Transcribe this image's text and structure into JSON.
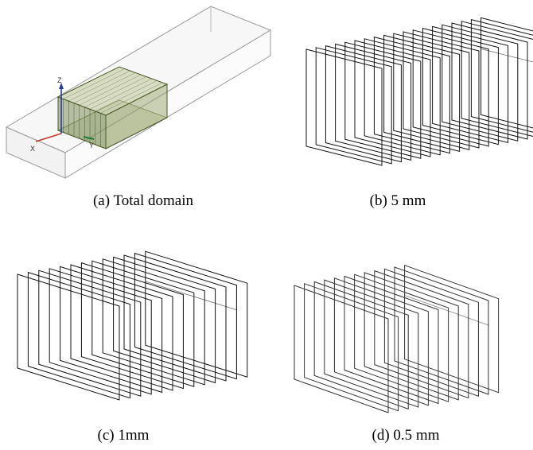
{
  "figure": {
    "panels": [
      {
        "id": "a",
        "caption": "(a) Total domain",
        "axes": {
          "x": "X",
          "y": "Y",
          "z": "Z"
        }
      },
      {
        "id": "b",
        "caption": "(b) 5 mm",
        "planes": 19
      },
      {
        "id": "c",
        "caption": "(c) 1mm",
        "planes": 13
      },
      {
        "id": "d",
        "caption": "(d) 0.5 mm",
        "planes": 12
      }
    ]
  },
  "colors": {
    "frame": "#9a9a9a",
    "plane_stroke": "#111111",
    "sample_fill": "#7f8f5a",
    "axis_x": "#c0392b",
    "axis_y": "#1e7b34",
    "axis_z": "#1f3f99"
  }
}
